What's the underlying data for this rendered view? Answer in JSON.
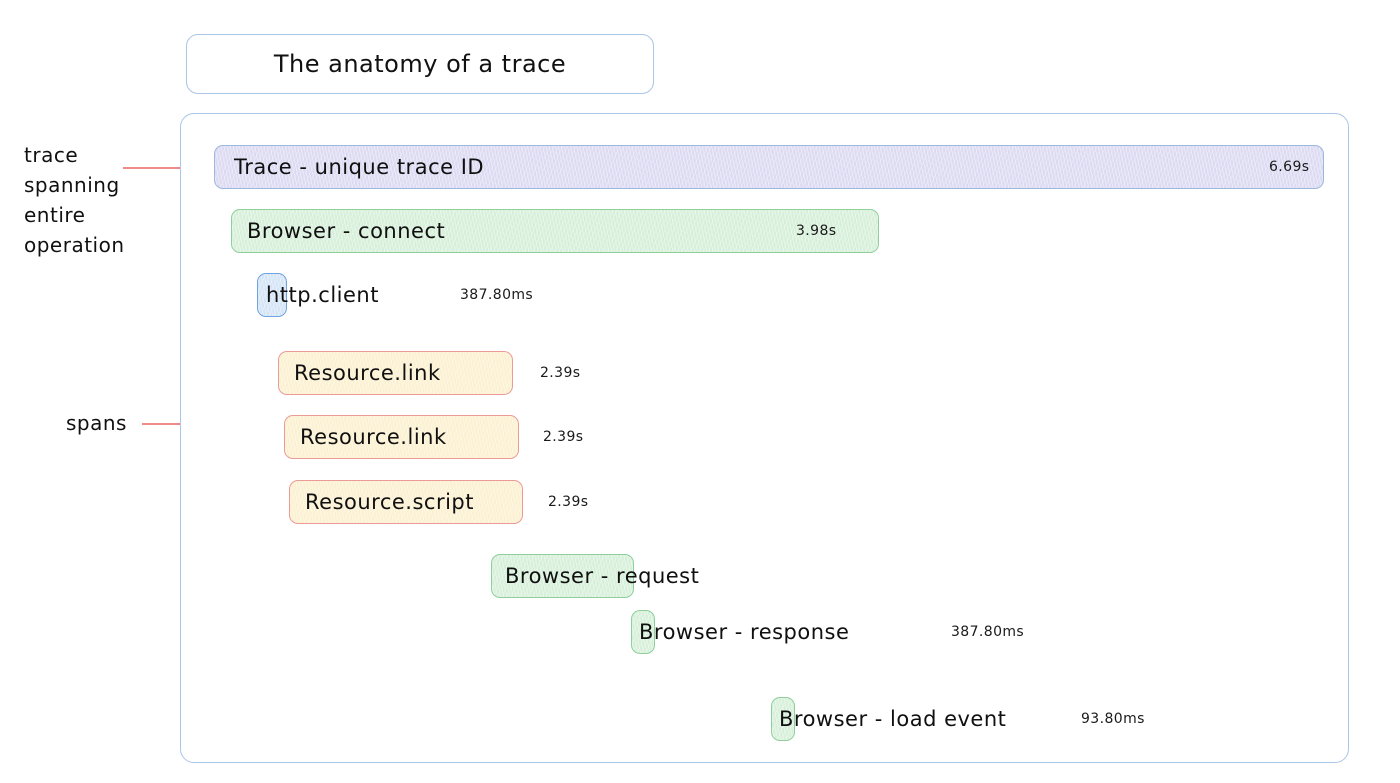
{
  "title": {
    "text": "The anatomy of a trace"
  },
  "annotations": [
    {
      "name": "trace-annotation",
      "text": "trace spanning entire operation"
    },
    {
      "name": "spans-annotation",
      "text": "spans"
    }
  ],
  "colors": {
    "panel_border": "#a9c5e8",
    "trace_fill": "#dcd9f2",
    "trace_border": "#9bb8de",
    "browser_fill": "#d6efd9",
    "browser_border": "#8ecf9b",
    "http_fill": "#d3e4f7",
    "http_border": "#6fa3dd",
    "resource_fill": "#fbf0cf",
    "resource_border": "#ec9a95",
    "annotation_line": "#f28a8a"
  },
  "chart_data": {
    "type": "bar",
    "title": "The anatomy of a trace",
    "subtitle": "",
    "xlabel": "",
    "ylabel": "",
    "orientation": "horizontal-gantt",
    "categories": [
      "Trace - unique trace ID",
      "Browser - connect",
      "http.client",
      "Resource.link",
      "Resource.link",
      "Resource.script",
      "Browser - request",
      "Browser - response",
      "Browser - load event"
    ],
    "values": [
      6.69,
      3.98,
      0.3878,
      2.39,
      2.39,
      2.39,
      null,
      0.3878,
      0.0938
    ],
    "units": [
      "s",
      "s",
      "ms",
      "s",
      "s",
      "s",
      "",
      "ms",
      "ms"
    ],
    "annotations": [
      "trace spanning entire operation",
      "spans"
    ]
  },
  "spans": [
    {
      "name": "span-trace",
      "label": "Trace - unique trace ID",
      "duration": "6.69s",
      "duration_inside": true,
      "color": "purple"
    },
    {
      "name": "span-browser-connect",
      "label": "Browser - connect",
      "duration": "3.98s",
      "duration_inside": true,
      "color": "green"
    },
    {
      "name": "span-http-client",
      "label": "http.client",
      "duration": "387.80ms",
      "duration_inside": false,
      "color": "blue"
    },
    {
      "name": "span-resource-link-1",
      "label": "Resource.link",
      "duration": "2.39s",
      "duration_inside": false,
      "color": "cream"
    },
    {
      "name": "span-resource-link-2",
      "label": "Resource.link",
      "duration": "2.39s",
      "duration_inside": false,
      "color": "cream"
    },
    {
      "name": "span-resource-script",
      "label": "Resource.script",
      "duration": "2.39s",
      "duration_inside": false,
      "color": "cream"
    },
    {
      "name": "span-browser-request",
      "label": "Browser - request",
      "duration": "",
      "duration_inside": false,
      "color": "green"
    },
    {
      "name": "span-browser-response",
      "label": "Browser - response",
      "duration": "387.80ms",
      "duration_inside": false,
      "color": "green"
    },
    {
      "name": "span-browser-load-event",
      "label": "Browser - load event",
      "duration": "93.80ms",
      "duration_inside": false,
      "color": "green"
    }
  ]
}
